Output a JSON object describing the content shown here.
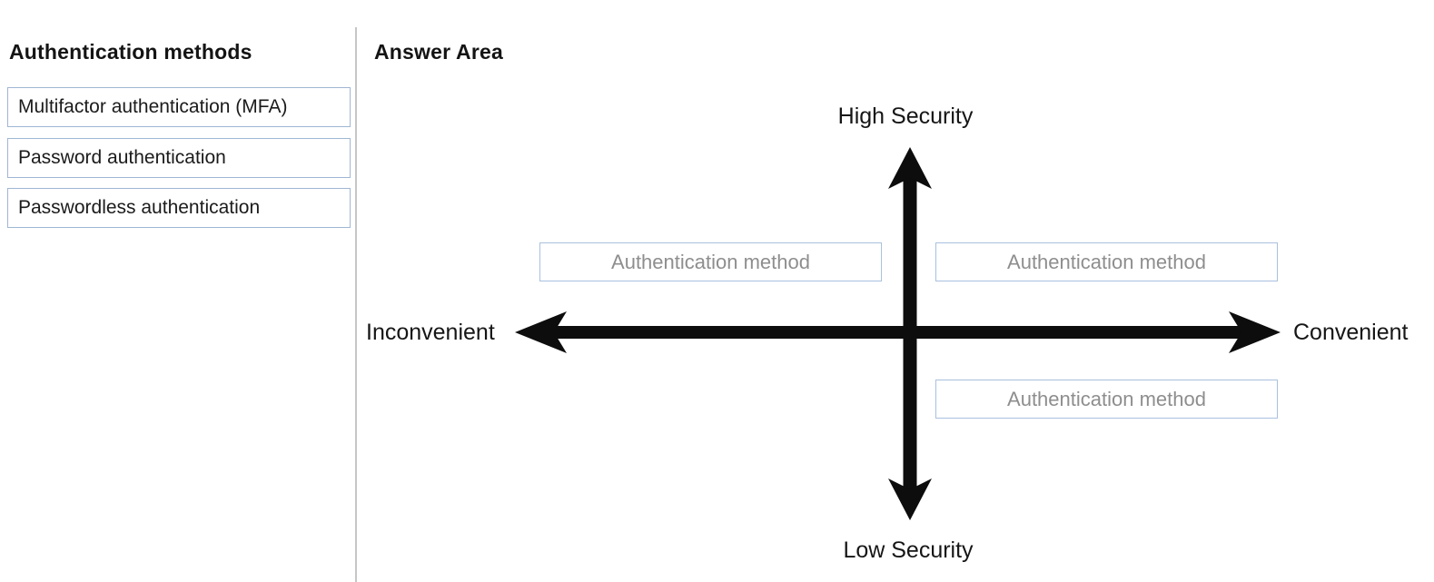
{
  "source_panel": {
    "title": "Authentication methods",
    "items": [
      {
        "label": "Multifactor authentication (MFA)"
      },
      {
        "label": "Password authentication"
      },
      {
        "label": "Passwordless authentication"
      }
    ]
  },
  "answer_area": {
    "title": "Answer Area",
    "axes": {
      "top_label": "High Security",
      "bottom_label": "Low Security",
      "left_label": "Inconvenient",
      "right_label": "Convenient"
    },
    "drop_zones": [
      {
        "position": "top-left-quadrant",
        "placeholder": "Authentication method"
      },
      {
        "position": "top-right-quadrant",
        "placeholder": "Authentication method"
      },
      {
        "position": "bottom-right-quadrant",
        "placeholder": "Authentication method"
      }
    ]
  },
  "colors": {
    "drag_item_border": "#9fb6d4",
    "drop_zone_border": "#a9c0de",
    "drop_zone_text": "#8e8e8e",
    "axis_arrow": "#0d0d0d",
    "divider": "#c6c6c6"
  }
}
